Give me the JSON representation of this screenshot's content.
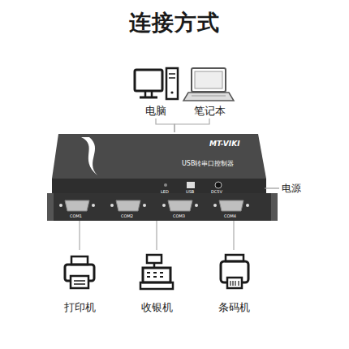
{
  "diagram": {
    "title": "连接方式",
    "nodes": [
      {
        "text": [
          "电脑"
        ]
      },
      {
        "text": [
          "笔记本"
        ]
      },
      {
        "text": [
          "MT-VIKI",
          "USB转串口控制器"
        ]
      },
      {
        "text": [
          "打印机"
        ]
      },
      {
        "text": [
          "收银机"
        ]
      },
      {
        "text": [
          "条码机"
        ]
      }
    ],
    "edges": [
      {
        "from": 0,
        "to": 2,
        "arrow": "none"
      },
      {
        "from": 1,
        "to": 2,
        "arrow": "none"
      },
      {
        "from": 2,
        "to": 3,
        "arrow": "none"
      },
      {
        "from": 2,
        "to": 4,
        "arrow": "none"
      },
      {
        "from": 2,
        "to": 5,
        "arrow": "none"
      }
    ],
    "labels": [
      "LED",
      "USB",
      "DC5V",
      "COM1",
      "COM2",
      "COM3",
      "COM4",
      "电源"
    ]
  }
}
